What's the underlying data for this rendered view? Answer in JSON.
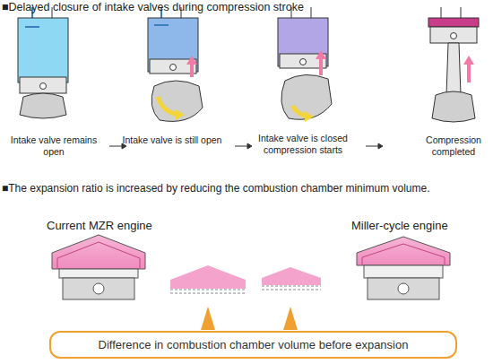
{
  "diagram": {
    "nodes": [
      {
        "text": [
          "Difference in combustion chamber volume before expansion"
        ]
      }
    ],
    "labels": [
      "■Delayed closure of intake valves during compression stroke",
      "Intake valve remains open",
      "Intake valve is still open",
      "Intake valve is closed compression starts",
      "Compression completed",
      "■The expansion ratio is increased by reducing the combustion chamber minimum volume.",
      "Current MZR engine",
      "Miller-cycle engine"
    ]
  }
}
